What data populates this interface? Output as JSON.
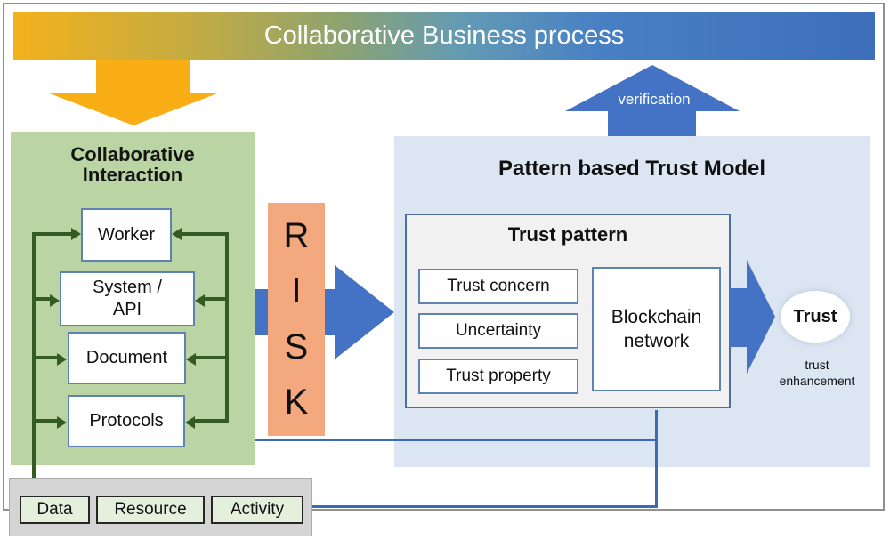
{
  "banner": {
    "title": "Collaborative Business process"
  },
  "verification_arrow": {
    "label": "verification"
  },
  "collaborative_interaction": {
    "title": "Collaborative\nInteraction",
    "boxes": [
      {
        "label": "Worker"
      },
      {
        "label": "System /\nAPI"
      },
      {
        "label": "Document"
      },
      {
        "label": "Protocols"
      }
    ]
  },
  "risk": {
    "letters": [
      "R",
      "I",
      "S",
      "K"
    ]
  },
  "trust_model": {
    "title": "Pattern based Trust Model",
    "trust_pattern": {
      "title": "Trust pattern",
      "items": [
        {
          "label": "Trust concern"
        },
        {
          "label": "Uncertainty"
        },
        {
          "label": "Trust property"
        }
      ],
      "blockchain_label": "Blockchain\nnetwork"
    },
    "trust_label": "Trust",
    "enhancement_label": "trust\nenhancement"
  },
  "tray": {
    "items": [
      {
        "label": "Data"
      },
      {
        "label": "Resource"
      },
      {
        "label": "Activity"
      }
    ]
  },
  "colors": {
    "banner_gradient_start": "#F4B11C",
    "banner_gradient_end": "#3D6FBA",
    "gold_arrow": "#F9AE15",
    "blue_arrow": "#4472C4",
    "green_panel_bg": "#BAD4A4",
    "dark_green_line": "#335B22",
    "risk_bg": "#F4A87D",
    "blue_panel_bg": "#DCE6F3",
    "trust_pattern_bg": "#F1F1F2",
    "connector_blue": "#3A69B5",
    "tray_bg": "#D4D4D4",
    "tray_item_bg": "#E4F0DB"
  }
}
